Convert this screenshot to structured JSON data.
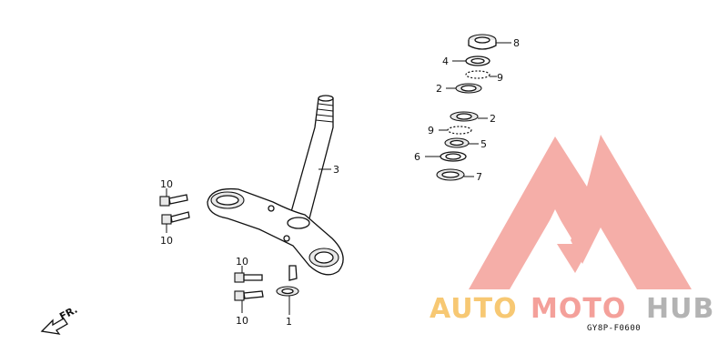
{
  "callouts": [
    {
      "id": "c8",
      "num": "8"
    },
    {
      "id": "c4",
      "num": "4"
    },
    {
      "id": "c9a",
      "num": "9"
    },
    {
      "id": "c2a",
      "num": "2"
    },
    {
      "id": "c2b",
      "num": "2"
    },
    {
      "id": "c9b",
      "num": "9"
    },
    {
      "id": "c5",
      "num": "5"
    },
    {
      "id": "c6",
      "num": "6"
    },
    {
      "id": "c7",
      "num": "7"
    },
    {
      "id": "c3",
      "num": "3"
    },
    {
      "id": "c10a",
      "num": "10"
    },
    {
      "id": "c10b",
      "num": "10"
    },
    {
      "id": "c10c",
      "num": "10"
    },
    {
      "id": "c10d",
      "num": "10"
    },
    {
      "id": "c1",
      "num": "1"
    }
  ],
  "direction_label": "FR.",
  "diagram_code": "GY8P-F0600",
  "watermark": {
    "part1": "AUTO",
    "part2": "MOTO",
    "part3": "HUB",
    "color_yellow": "#f7c873",
    "color_red": "#f4a09a",
    "color_gray": "#b3b3b3"
  }
}
